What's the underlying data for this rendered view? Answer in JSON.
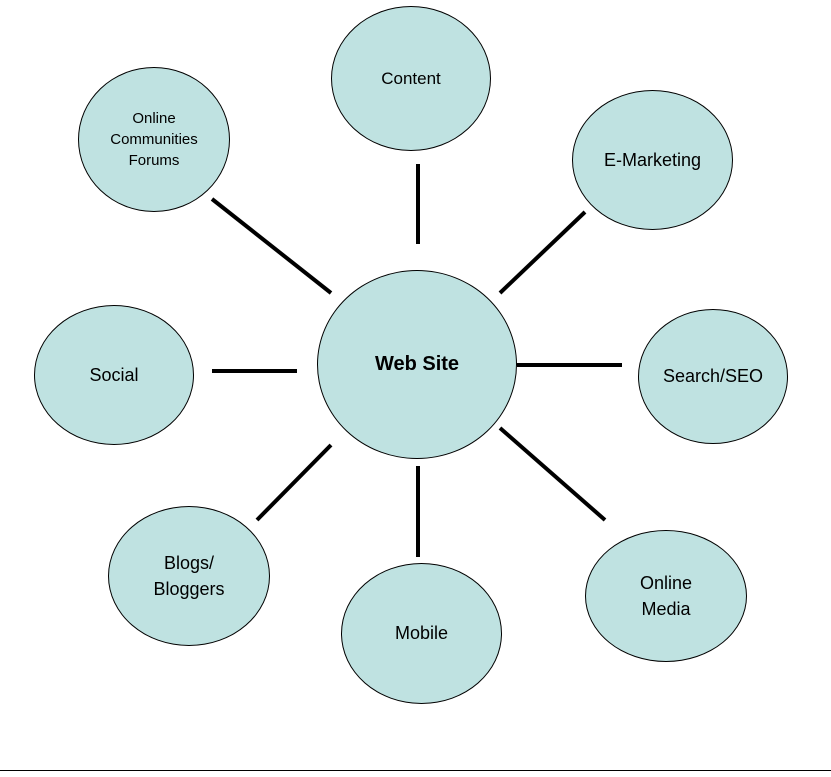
{
  "diagram": {
    "colors": {
      "node_fill": "#bfe2e1",
      "outline": "#000000",
      "text": "#000000"
    },
    "center": {
      "label": "Web Site"
    },
    "nodes": {
      "content": "Content",
      "communities": "Online\nCommunities\nForums",
      "emarketing": "E-Marketing",
      "social": "Social",
      "seo": "Search/SEO",
      "blogs": "Blogs/\nBloggers",
      "mobile": "Mobile",
      "media": "Online\nMedia"
    }
  }
}
